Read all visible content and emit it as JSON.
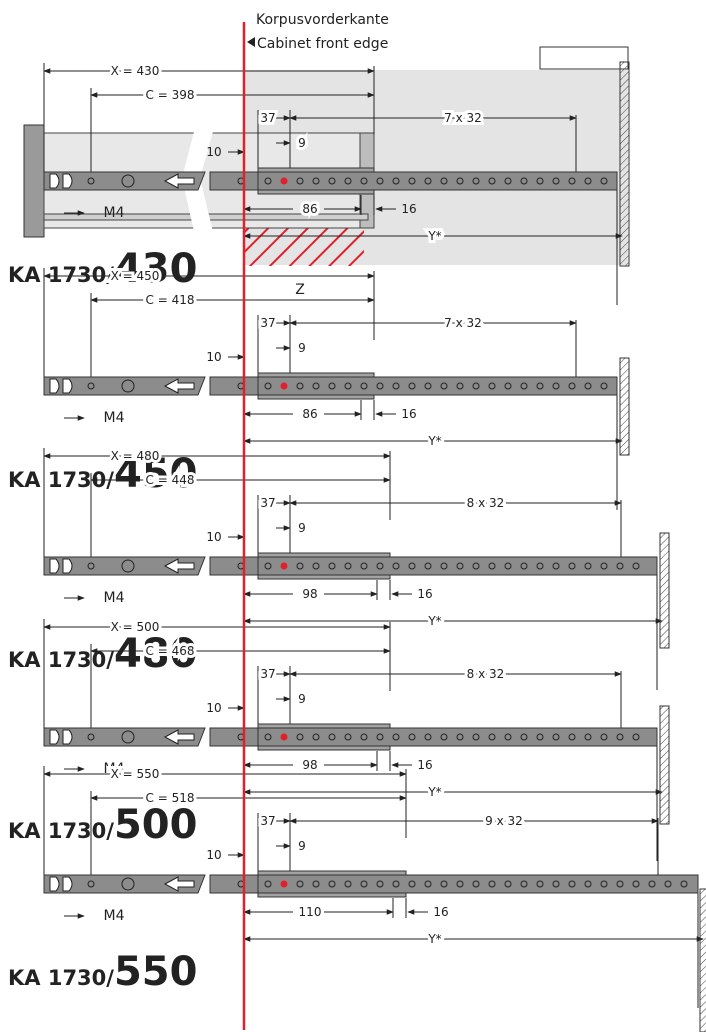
{
  "front_edge": {
    "label_de": "Korpusvorderkante",
    "label_en": "Cabinet front edge"
  },
  "common": {
    "dim_37": "37",
    "dim_9": "9",
    "dim_10": "10",
    "dim_16": "16",
    "dim_m4": "M4",
    "dim_y": "Y*",
    "dim_z": "Z"
  },
  "variants": [
    {
      "model_prefix": "KA 1730/",
      "model_size": "430",
      "x_label": "X = 430",
      "c_label": "C = 398",
      "pitch_label": "7 x 32",
      "stroke_label": "86"
    },
    {
      "model_prefix": "KA 1730/",
      "model_size": "450",
      "x_label": "X = 450",
      "c_label": "C = 418",
      "pitch_label": "7 x 32",
      "stroke_label": "86"
    },
    {
      "model_prefix": "KA 1730/",
      "model_size": "480",
      "x_label": "X = 480",
      "c_label": "C = 448",
      "pitch_label": "8 x 32",
      "stroke_label": "98"
    },
    {
      "model_prefix": "KA 1730/",
      "model_size": "500",
      "x_label": "X = 500",
      "c_label": "C = 468",
      "pitch_label": "8 x 32",
      "stroke_label": "98"
    },
    {
      "model_prefix": "KA 1730/",
      "model_size": "550",
      "x_label": "X = 550",
      "c_label": "C = 518",
      "pitch_label": "9 x 32",
      "stroke_label": "110"
    }
  ],
  "colors": {
    "front_edge_line": "#e0202a",
    "rail_fill": "#8c8c8c",
    "cabinet_fill": "#e4e4e4",
    "hatch": "#e0202a"
  }
}
